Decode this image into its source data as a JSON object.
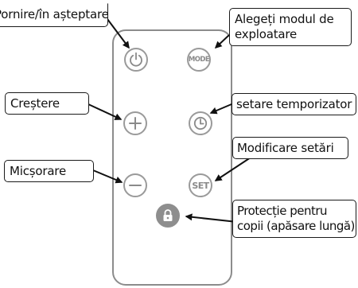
{
  "remote": {
    "buttons": {
      "power": {
        "icon": "power-icon"
      },
      "mode": {
        "text": "MODE"
      },
      "plus": {
        "icon": "plus-icon"
      },
      "timer": {
        "icon": "clock-icon"
      },
      "minus": {
        "icon": "minus-icon"
      },
      "set": {
        "text": "SET"
      },
      "lock": {
        "icon": "lock-icon"
      }
    }
  },
  "callouts": {
    "power": [
      "Pornire/în așteptare"
    ],
    "mode": [
      "Alegeți modul de",
      "exploatare"
    ],
    "plus": [
      "Creștere"
    ],
    "timer": [
      "setare temporizator"
    ],
    "set": [
      "Modificare setări"
    ],
    "minus": [
      "Micșorare"
    ],
    "lock": [
      "Protecție pentru",
      "copii (apăsare lungă)"
    ]
  },
  "colors": {
    "outline": "#8c8c8c",
    "icon": "#8a8a8a",
    "lock_fill": "#8e8e8e",
    "text": "#111111"
  }
}
